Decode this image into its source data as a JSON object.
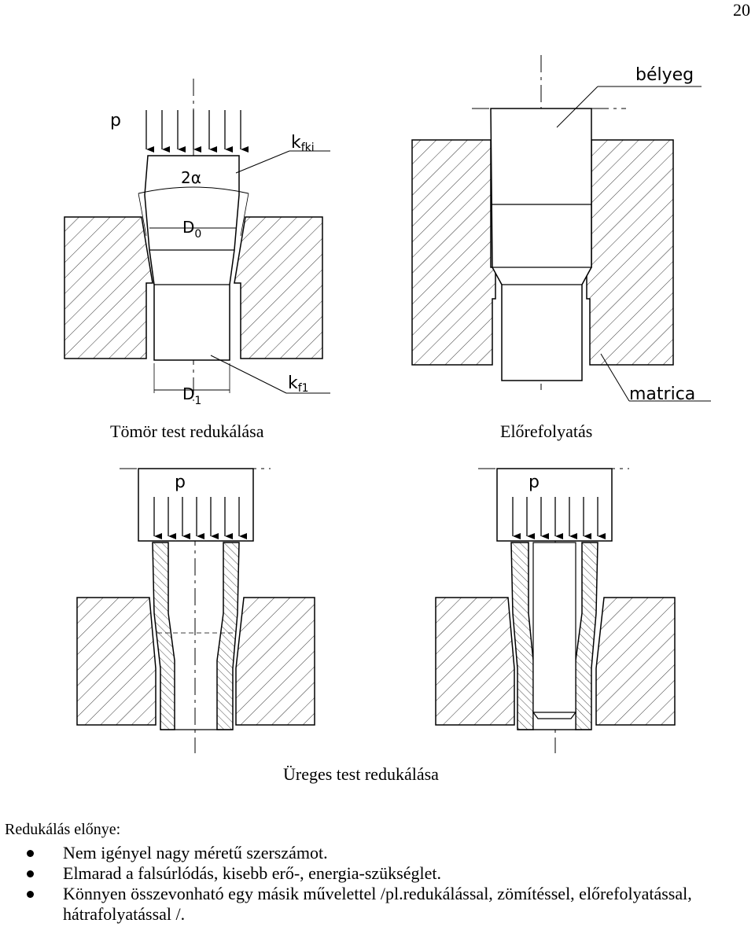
{
  "page_number": "20",
  "figure_labels": {
    "p": "p",
    "kfki_k": "k",
    "kfki_sub": "fki",
    "two_alpha": "2α",
    "d0_main": "D",
    "d0_sub": "0",
    "d1_main": "D",
    "d1_sub": "1",
    "kf1_k": "k",
    "kf1_sub": "f1",
    "belyeg": "bélyeg",
    "matrica": "matrica"
  },
  "captions": {
    "tomor": "Tömör test redukálása",
    "elore": "Előrefolyatás",
    "ureges": "Üreges test redukálása"
  },
  "advantages": {
    "title": "Redukálás előnye:",
    "items": [
      "Nem igényel nagy méretű szerszámot.",
      "Elmarad a falsúrlódás, kisebb erő-, energia-szükséglet.",
      "Könnyen összevonható egy másik művelettel /pl.redukálással, zömítéssel, előrefolyatással, hátrafolyatással /."
    ]
  }
}
